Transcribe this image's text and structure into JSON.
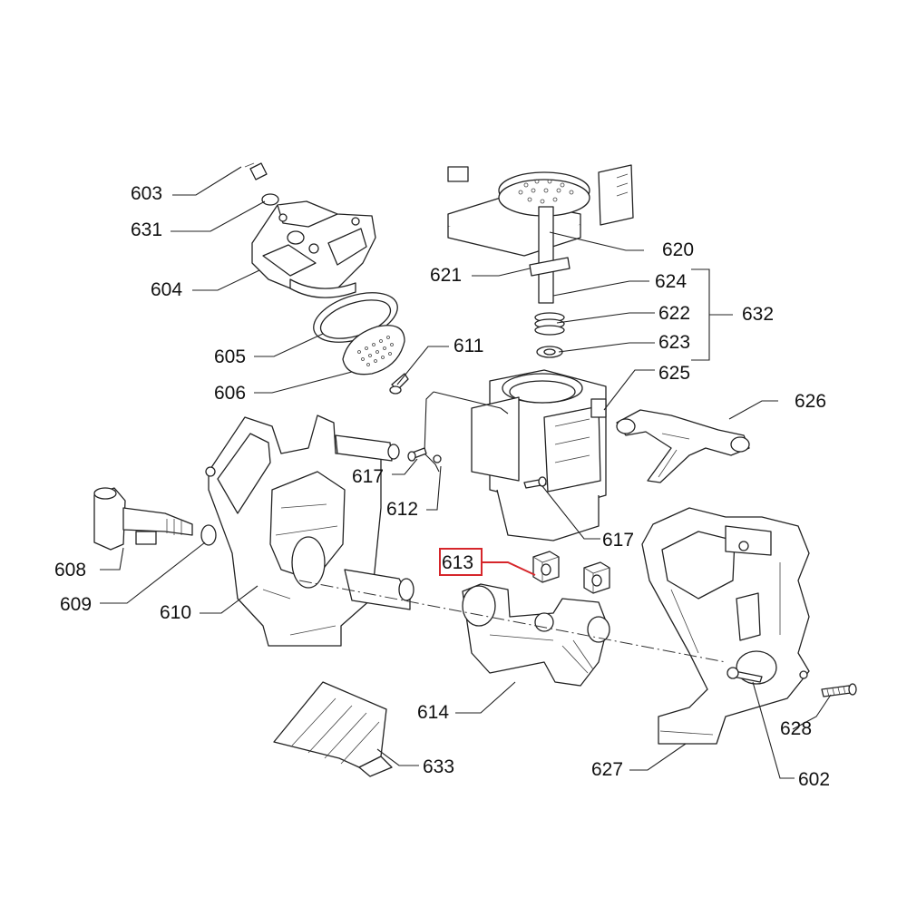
{
  "labels": {
    "l603": "603",
    "l631": "631",
    "l604": "604",
    "l605": "605",
    "l606": "606",
    "l611": "611",
    "l621": "621",
    "l620": "620",
    "l624": "624",
    "l622": "622",
    "l623": "623",
    "l632": "632",
    "l625": "625",
    "l626": "626",
    "l617a": "617",
    "l612": "612",
    "l617b": "617",
    "l613": "613",
    "l608": "608",
    "l609": "609",
    "l610": "610",
    "l614": "614",
    "l633": "633",
    "l627": "627",
    "l628": "628",
    "l602": "602"
  },
  "highlight": {
    "part": "613",
    "color": "#d6262b"
  }
}
